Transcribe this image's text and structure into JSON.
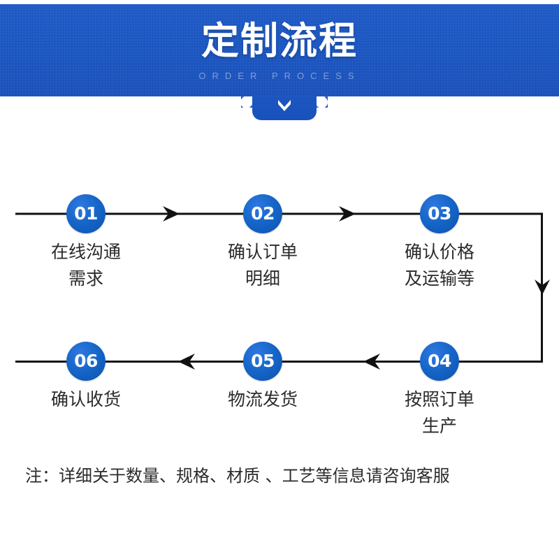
{
  "header": {
    "title": "定制流程",
    "subtitle": "ORDER PROCESS",
    "chevron_icon": "chevron-down-icon",
    "banner_color": "#1a57c4"
  },
  "flow": {
    "node_color": "#1565c8",
    "line_color": "#111111",
    "steps": [
      {
        "num": "01",
        "line1": "在线沟通",
        "line2": "需求"
      },
      {
        "num": "02",
        "line1": "确认订单",
        "line2": "明细"
      },
      {
        "num": "03",
        "line1": "确认价格",
        "line2": "及运输等"
      },
      {
        "num": "04",
        "line1": "按照订单",
        "line2": "生产"
      },
      {
        "num": "05",
        "line1": "物流发货",
        "line2": ""
      },
      {
        "num": "06",
        "line1": "确认收货",
        "line2": ""
      }
    ],
    "arrows": [
      {
        "name": "arrow-01-to-02",
        "direction": "right"
      },
      {
        "name": "arrow-02-to-03",
        "direction": "right"
      },
      {
        "name": "arrow-03-to-04",
        "direction": "down"
      },
      {
        "name": "arrow-04-to-05",
        "direction": "left"
      },
      {
        "name": "arrow-05-to-06",
        "direction": "left"
      }
    ]
  },
  "footer": {
    "note": "注：详细关于数量、规格、材质 、工艺等信息请咨询客服"
  }
}
